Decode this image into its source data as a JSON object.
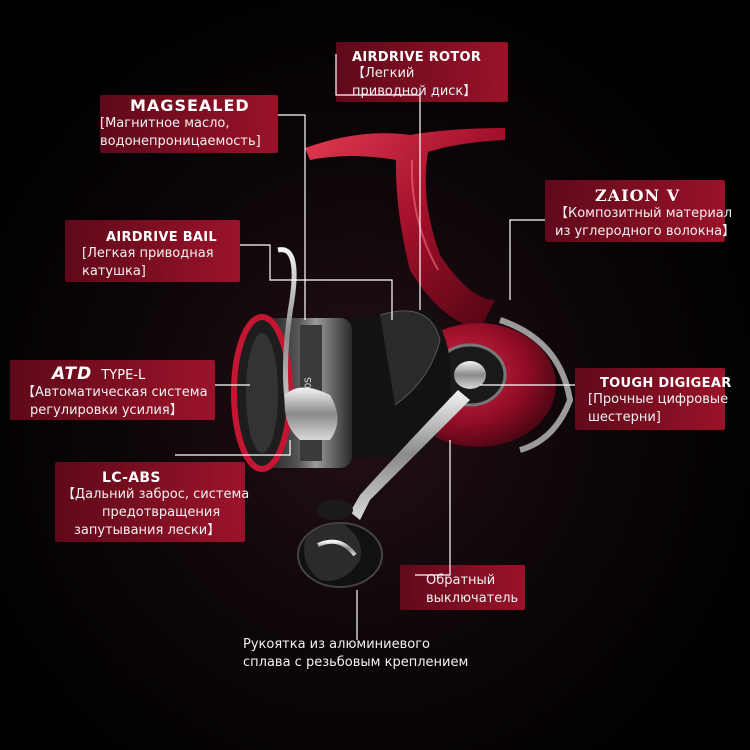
{
  "callouts": {
    "airdrive_rotor": {
      "title": "AIRDRIVE ROTOR",
      "desc": [
        "【Легкий",
        "приводной диск】"
      ]
    },
    "magsealed": {
      "title": "MAGSEALED",
      "desc": [
        "[Магнитное масло,",
        "водонепроницаемость]"
      ]
    },
    "zaion": {
      "title": "ZAION V",
      "desc": [
        "【Композитный материал",
        "из углеродного волокна】"
      ]
    },
    "airdrive_bail": {
      "title": "AIRDRIVE BAIL",
      "desc": [
        "[Легкая приводная",
        "катушка]"
      ]
    },
    "atd": {
      "logo": "ATD",
      "title": "TYPE-L",
      "desc": [
        "【Автоматическая система",
        "регулировки усилия】"
      ]
    },
    "tough_digigear": {
      "title": "TOUGH DIGIGEAR",
      "desc": [
        "[Прочные цифровые",
        "шестерни]"
      ]
    },
    "lc_abs": {
      "title": "LC-ABS",
      "desc": [
        "【Дальний заброс, система",
        "предотвращения",
        "запутывания лески】"
      ]
    },
    "reverse_switch": {
      "desc": [
        "Обратный",
        "выключатель"
      ]
    },
    "handle": {
      "desc": [
        "Рукоятка из алюминиевого",
        "сплава с резьбовым креплением"
      ]
    }
  },
  "model_text": "LT2500S",
  "colors": {
    "accent": "#b3142d",
    "box_dark": "#6e0a1e",
    "leader": "#ffffff"
  }
}
